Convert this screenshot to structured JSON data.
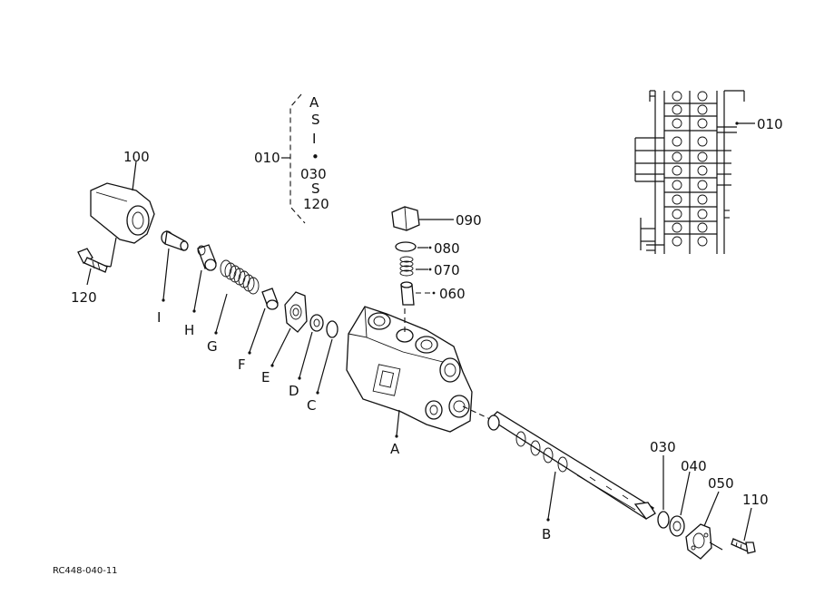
{
  "labels": {
    "p100": "100",
    "p120_left": "120",
    "pI": "I",
    "pH": "H",
    "pG": "G",
    "pF": "F",
    "pE": "E",
    "pD": "D",
    "pC": "C",
    "pA": "A",
    "pB": "B",
    "p090": "090",
    "p080": "080",
    "p070": "070",
    "p060": "060",
    "p030": "030",
    "p040": "040",
    "p050": "050",
    "p110": "110",
    "p010_inset": "010"
  },
  "kit_list": {
    "ref": "010",
    "items": [
      "A",
      "S",
      "I",
      "•",
      "030",
      "S",
      "120"
    ]
  },
  "drawing_code": "RC448-040-11"
}
